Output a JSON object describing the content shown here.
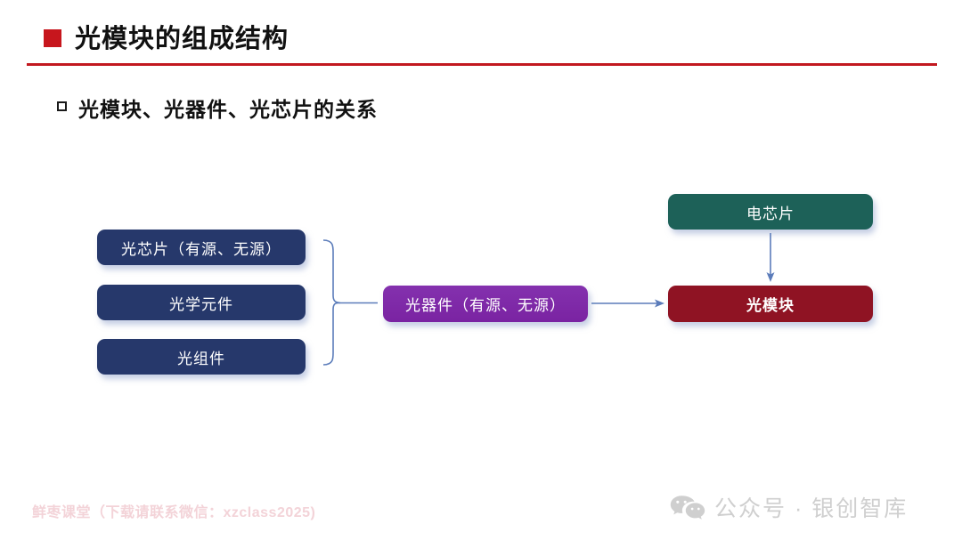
{
  "slide": {
    "title": "光模块的组成结构",
    "subtitle": "光模块、光器件、光芯片的关系",
    "title_bullet_color": "#c7161d",
    "rule_color": "#c2181f"
  },
  "diagram": {
    "boxes": [
      {
        "id": "box-chip",
        "label": "光芯片（有源、无源）",
        "color": "#26386b",
        "group": "left"
      },
      {
        "id": "box-optical",
        "label": "光学元件",
        "color": "#26386b",
        "group": "left"
      },
      {
        "id": "box-assembly",
        "label": "光组件",
        "color": "#26386b",
        "group": "left"
      },
      {
        "id": "box-device",
        "label": "光器件（有源、无源）",
        "color": "#7d2aa8",
        "group": "middle"
      },
      {
        "id": "box-echip",
        "label": "电芯片",
        "color": "#1d6158",
        "group": "right"
      },
      {
        "id": "box-module",
        "label": "光模块",
        "color": "#8f1323",
        "group": "right"
      }
    ],
    "connectors": [
      {
        "name": "brace-left-to-device",
        "type": "curly-brace",
        "from": "left-group",
        "to": "box-device"
      },
      {
        "name": "arrow-device-to-module",
        "type": "arrow",
        "from": "box-device",
        "to": "box-module"
      },
      {
        "name": "arrow-echip-to-module",
        "type": "arrow",
        "from": "box-echip",
        "to": "box-module"
      }
    ],
    "connector_color": "#5b7cba"
  },
  "footer": {
    "watermark_left": "鲜枣课堂（下载请联系微信：xzclass2025)",
    "watermark_left_color": "#f3d3d8",
    "watermark_right": "公众号 · 银创智库",
    "watermark_right_color": "#cfcfcf",
    "wechat_icon": "wechat-icon"
  }
}
